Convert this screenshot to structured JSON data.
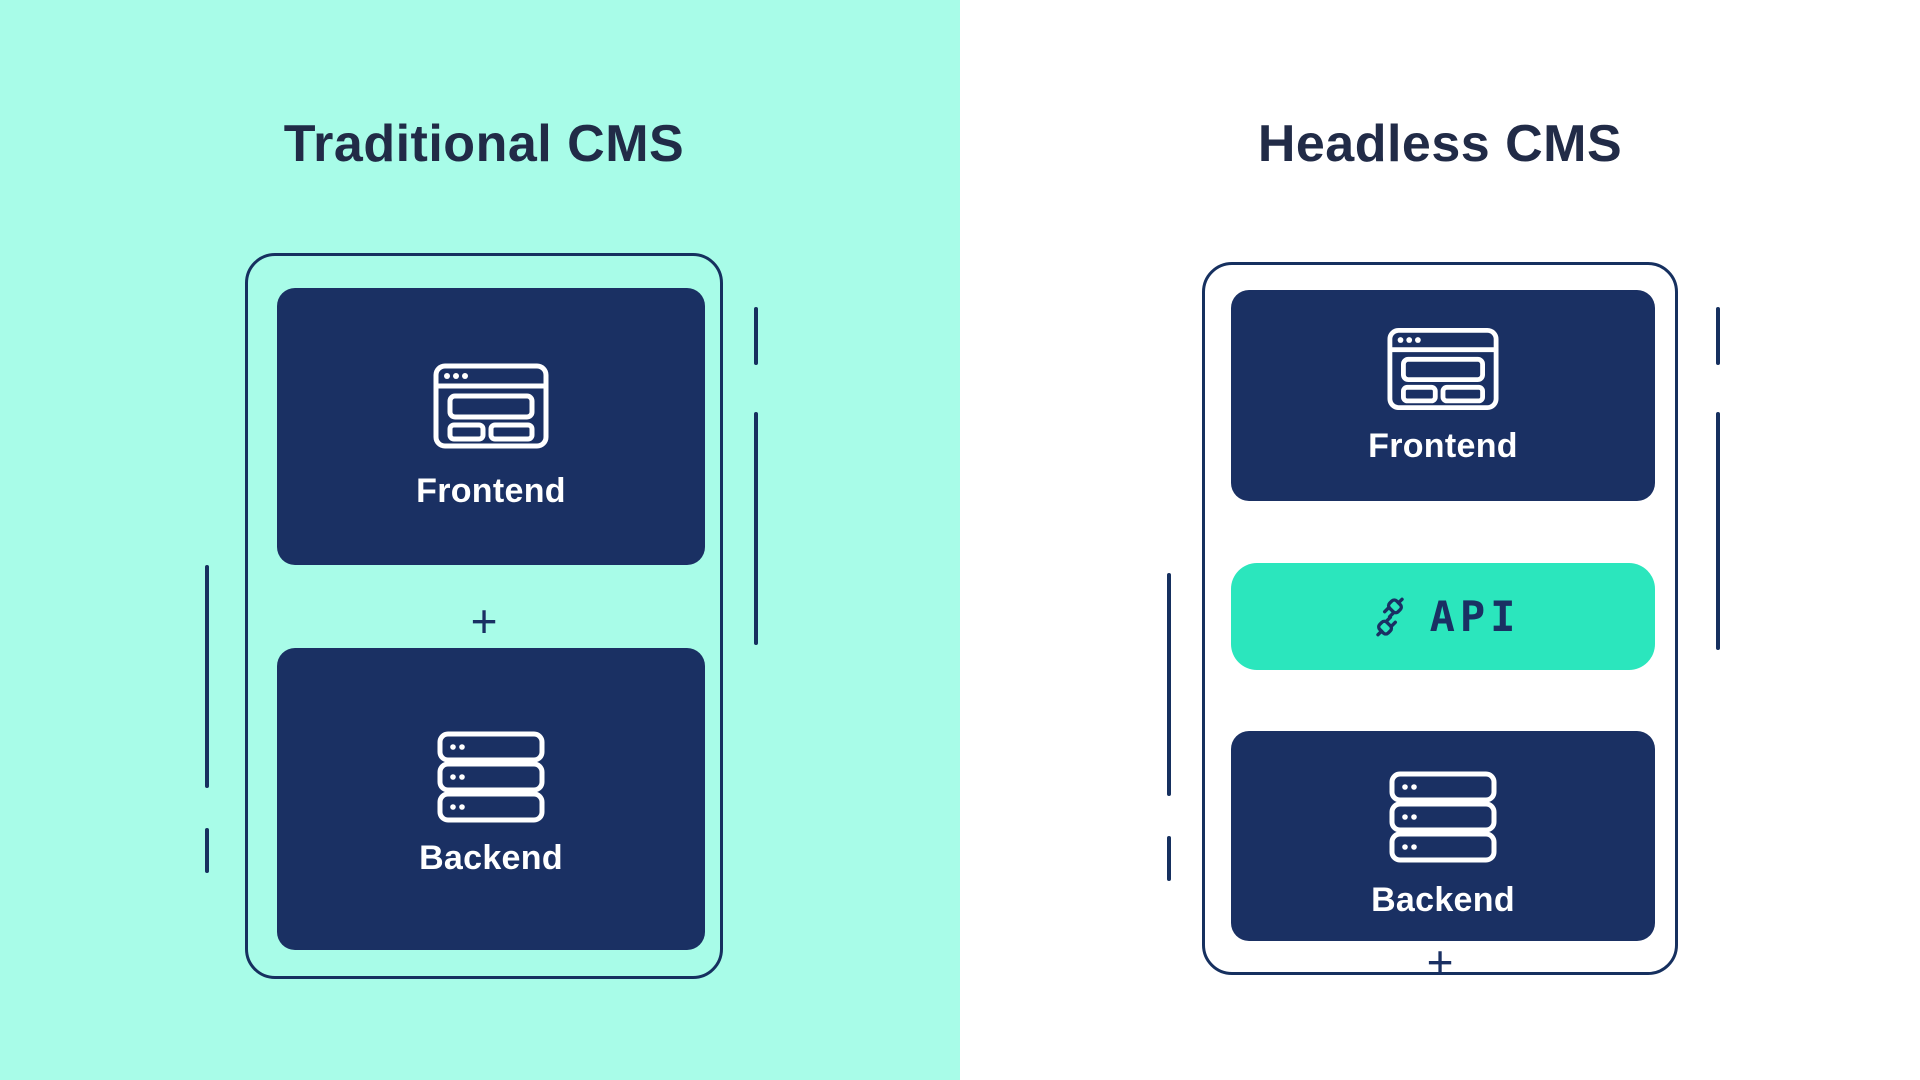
{
  "colors": {
    "background_left": "#A8FCE8",
    "background_right": "#FFFFFF",
    "navy_box": "#1A3063",
    "outline": "#16305F",
    "api_accent": "#2BE6BD",
    "title_text": "#212B47",
    "box_label_text": "#FFFFFF"
  },
  "left_panel": {
    "title": "Traditional CMS",
    "frontend_label": "Frontend",
    "plus": "+",
    "backend_label": "Backend",
    "icons": {
      "frontend": "browser-window-icon",
      "backend": "server-stack-icon"
    }
  },
  "right_panel": {
    "title": "Headless CMS",
    "frontend_label": "Frontend",
    "plus_top": "+",
    "api_label": "API",
    "plus_bottom": "+",
    "backend_label": "Backend",
    "icons": {
      "frontend": "browser-window-icon",
      "api": "plug-icon",
      "backend": "server-stack-icon"
    }
  }
}
